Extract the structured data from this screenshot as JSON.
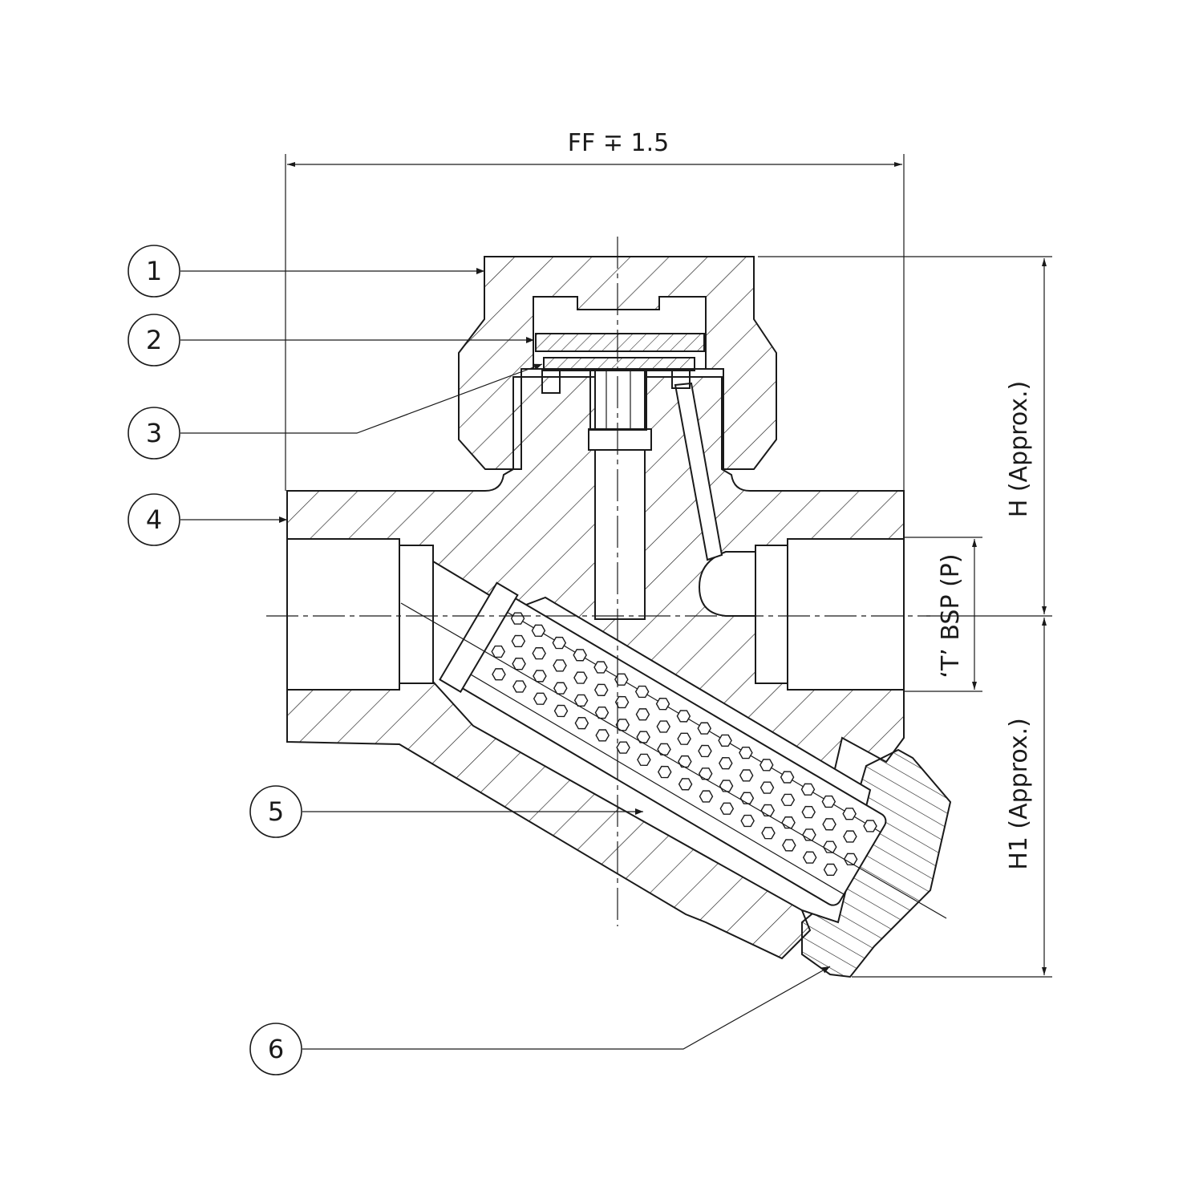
{
  "dimensions": {
    "ff": "FF ∓ 1.5",
    "h": "H (Approx.)",
    "h1": "H1 (Approx.)",
    "t_bsp": "‘T’ BSP (P)"
  },
  "callouts": [
    {
      "number": "1"
    },
    {
      "number": "2"
    },
    {
      "number": "3"
    },
    {
      "number": "4"
    },
    {
      "number": "5"
    },
    {
      "number": "6"
    }
  ]
}
